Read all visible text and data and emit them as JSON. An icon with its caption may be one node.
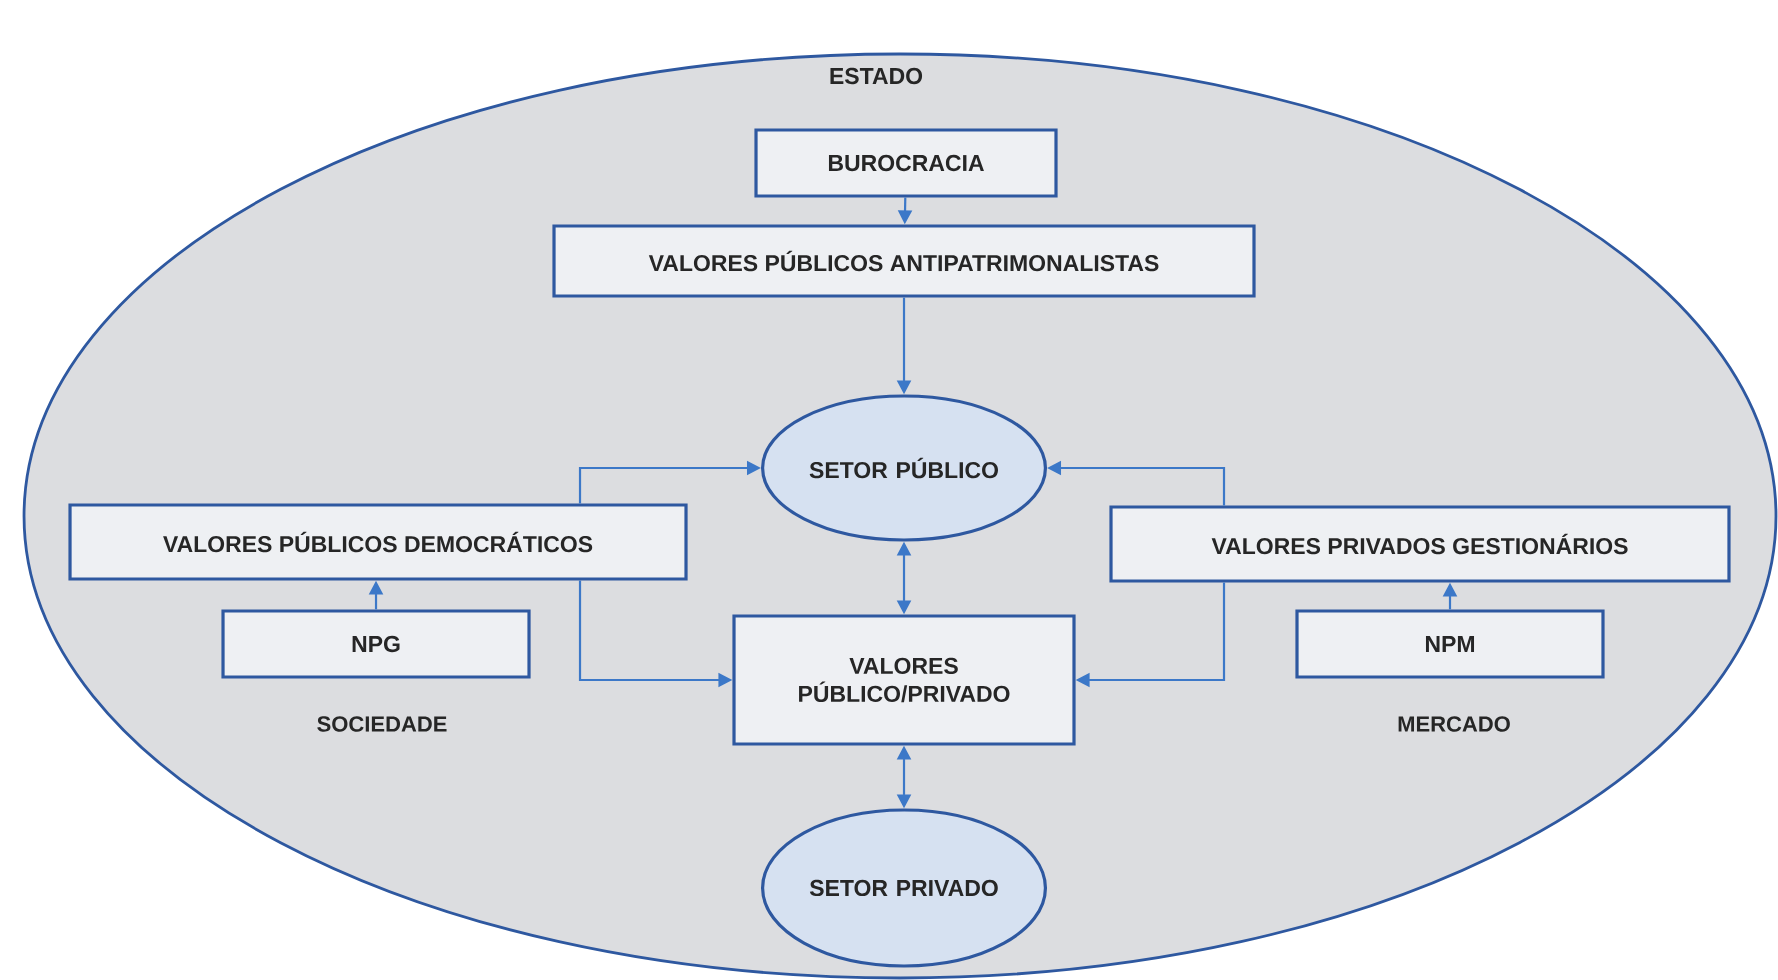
{
  "diagram": {
    "nodes": [
      {
        "text": [
          "ESTADO"
        ]
      },
      {
        "text": [
          "BUROCRACIA"
        ],
        "in": 0
      },
      {
        "text": [
          "VALORES PÚBLICOS ANTIPATRIMONALISTAS"
        ],
        "in": 0
      },
      {
        "text": [
          "SETOR PÚBLICO"
        ],
        "in": 0
      },
      {
        "text": [
          "VALORES PÚBLICOS DEMOCRÁTICOS"
        ],
        "in": 0
      },
      {
        "text": [
          "NPG"
        ],
        "in": 0
      },
      {
        "text": [
          "VALORES PÚBLICO/PRIVADO"
        ],
        "in": 0
      },
      {
        "text": [
          "VALORES PRIVADOS GESTIONÁRIOS"
        ],
        "in": 0
      },
      {
        "text": [
          "NPM"
        ],
        "in": 0
      },
      {
        "text": [
          "SETOR PRIVADO"
        ],
        "in": 0
      }
    ],
    "edges": [
      {
        "from": 1,
        "to": 2,
        "arrow": "to"
      },
      {
        "from": 2,
        "to": 3,
        "arrow": "to"
      },
      {
        "from": 4,
        "to": 3,
        "arrow": "to"
      },
      {
        "from": 4,
        "to": 6,
        "arrow": "to"
      },
      {
        "from": 5,
        "to": 4,
        "arrow": "to"
      },
      {
        "from": 7,
        "to": 3,
        "arrow": "to"
      },
      {
        "from": 7,
        "to": 6,
        "arrow": "to"
      },
      {
        "from": 8,
        "to": 7,
        "arrow": "to"
      },
      {
        "from": 3,
        "to": 6,
        "arrow": "both"
      },
      {
        "from": 6,
        "to": 9,
        "arrow": "both"
      }
    ],
    "labels": [
      "SOCIEDADE",
      "MERCADO"
    ]
  }
}
